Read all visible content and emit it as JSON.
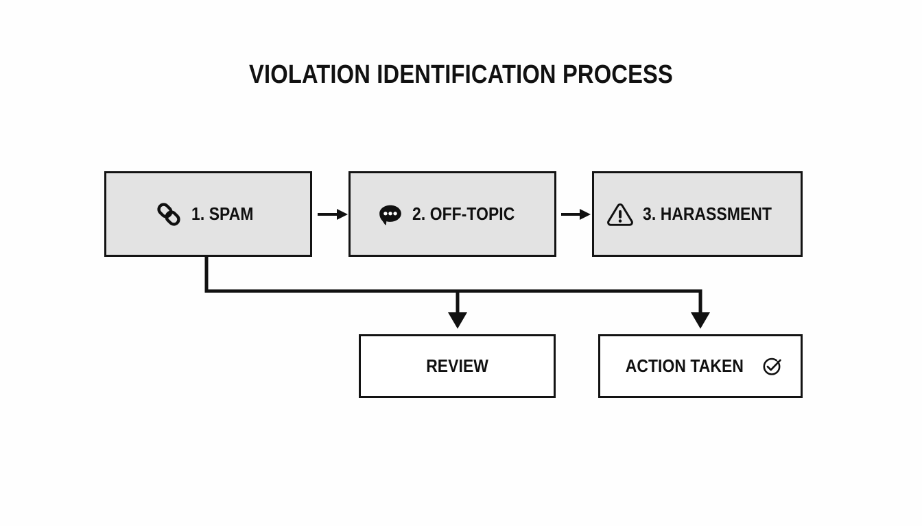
{
  "page": {
    "title": "VIOLATION IDENTIFICATION PROCESS",
    "background_color": "#fefefe",
    "stage_fill": "#e3e3e3",
    "terminal_fill": "#ffffff",
    "stroke_color": "#131313"
  },
  "stages": [
    {
      "id": "spam",
      "label": "1. SPAM",
      "icon": "chain-link-icon",
      "fill": "#e3e3e3"
    },
    {
      "id": "off-topic",
      "label": "2. OFF-TOPIC",
      "icon": "speech-bubble-ellipsis-icon",
      "fill": "#e3e3e3"
    },
    {
      "id": "harassment",
      "label": "3. HARASSMENT",
      "icon": "warning-triangle-icon",
      "fill": "#e3e3e3"
    }
  ],
  "outcomes": [
    {
      "id": "review",
      "label": "REVIEW",
      "icon": null,
      "fill": "#ffffff"
    },
    {
      "id": "action-taken",
      "label": "ACTION TAKEN",
      "icon": "check-circle-icon",
      "fill": "#ffffff"
    }
  ],
  "connectors": [
    {
      "id": "spam-to-offtopic",
      "type": "arrow-right"
    },
    {
      "id": "offtopic-to-harassment",
      "type": "arrow-right"
    },
    {
      "id": "spam-to-review",
      "type": "elbow-arrow-down"
    },
    {
      "id": "spam-to-action-taken",
      "type": "elbow-arrow-down"
    }
  ]
}
